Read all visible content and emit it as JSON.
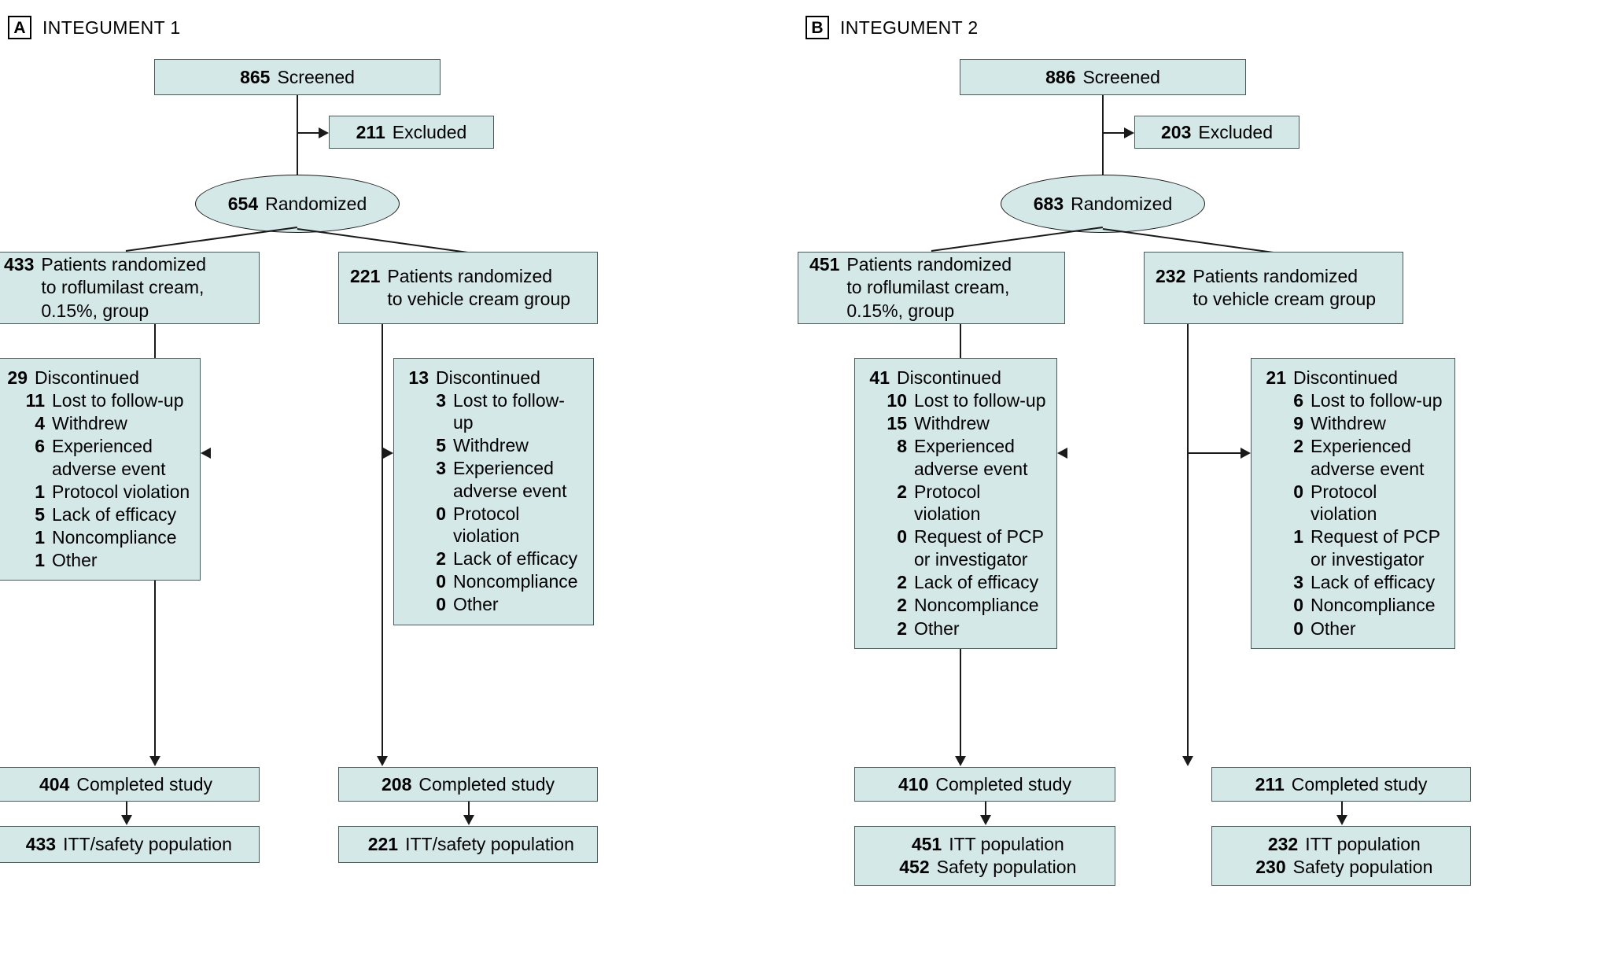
{
  "panels": [
    {
      "letter": "A",
      "title": "INTEGUMENT 1",
      "screened": {
        "num": "865",
        "label": "Screened"
      },
      "excluded": {
        "num": "211",
        "label": "Excluded"
      },
      "randomized": {
        "num": "654",
        "label": "Randomized"
      },
      "arms": [
        {
          "alloc": {
            "num": "433",
            "lines": [
              "Patients randomized",
              "to roflumilast cream,",
              "0.15%, group"
            ]
          },
          "discontinued": {
            "num": "29",
            "label": "Discontinued",
            "reasons": [
              {
                "num": "11",
                "lines": [
                  "Lost to follow-up"
                ]
              },
              {
                "num": "4",
                "lines": [
                  "Withdrew"
                ]
              },
              {
                "num": "6",
                "lines": [
                  "Experienced",
                  "adverse event"
                ]
              },
              {
                "num": "1",
                "lines": [
                  "Protocol violation"
                ]
              },
              {
                "num": "5",
                "lines": [
                  "Lack of efficacy"
                ]
              },
              {
                "num": "1",
                "lines": [
                  "Noncompliance"
                ]
              },
              {
                "num": "1",
                "lines": [
                  "Other"
                ]
              }
            ]
          },
          "completed": {
            "num": "404",
            "label": "Completed study"
          },
          "population": [
            {
              "num": "433",
              "label": "ITT/safety population"
            }
          ]
        },
        {
          "alloc": {
            "num": "221",
            "lines": [
              "Patients randomized",
              "to vehicle cream group"
            ]
          },
          "discontinued": {
            "num": "13",
            "label": "Discontinued",
            "reasons": [
              {
                "num": "3",
                "lines": [
                  "Lost to follow-up"
                ]
              },
              {
                "num": "5",
                "lines": [
                  "Withdrew"
                ]
              },
              {
                "num": "3",
                "lines": [
                  "Experienced",
                  "adverse event"
                ]
              },
              {
                "num": "0",
                "lines": [
                  "Protocol violation"
                ]
              },
              {
                "num": "2",
                "lines": [
                  "Lack of efficacy"
                ]
              },
              {
                "num": "0",
                "lines": [
                  "Noncompliance"
                ]
              },
              {
                "num": "0",
                "lines": [
                  "Other"
                ]
              }
            ]
          },
          "completed": {
            "num": "208",
            "label": "Completed study"
          },
          "population": [
            {
              "num": "221",
              "label": "ITT/safety population"
            }
          ]
        }
      ]
    },
    {
      "letter": "B",
      "title": "INTEGUMENT 2",
      "screened": {
        "num": "886",
        "label": "Screened"
      },
      "excluded": {
        "num": "203",
        "label": "Excluded"
      },
      "randomized": {
        "num": "683",
        "label": "Randomized"
      },
      "arms": [
        {
          "alloc": {
            "num": "451",
            "lines": [
              "Patients randomized",
              "to roflumilast cream,",
              "0.15%, group"
            ]
          },
          "discontinued": {
            "num": "41",
            "label": "Discontinued",
            "reasons": [
              {
                "num": "10",
                "lines": [
                  "Lost to follow-up"
                ]
              },
              {
                "num": "15",
                "lines": [
                  "Withdrew"
                ]
              },
              {
                "num": "8",
                "lines": [
                  "Experienced",
                  "adverse event"
                ]
              },
              {
                "num": "2",
                "lines": [
                  "Protocol violation"
                ]
              },
              {
                "num": "0",
                "lines": [
                  "Request of PCP",
                  "or investigator"
                ]
              },
              {
                "num": "2",
                "lines": [
                  "Lack of efficacy"
                ]
              },
              {
                "num": "2",
                "lines": [
                  "Noncompliance"
                ]
              },
              {
                "num": "2",
                "lines": [
                  "Other"
                ]
              }
            ]
          },
          "completed": {
            "num": "410",
            "label": "Completed study"
          },
          "population": [
            {
              "num": "451",
              "label": "ITT population"
            },
            {
              "num": "452",
              "label": "Safety population"
            }
          ]
        },
        {
          "alloc": {
            "num": "232",
            "lines": [
              "Patients randomized",
              "to vehicle cream group"
            ]
          },
          "discontinued": {
            "num": "21",
            "label": "Discontinued",
            "reasons": [
              {
                "num": "6",
                "lines": [
                  "Lost to follow-up"
                ]
              },
              {
                "num": "9",
                "lines": [
                  "Withdrew"
                ]
              },
              {
                "num": "2",
                "lines": [
                  "Experienced",
                  "adverse event"
                ]
              },
              {
                "num": "0",
                "lines": [
                  "Protocol violation"
                ]
              },
              {
                "num": "1",
                "lines": [
                  "Request of PCP",
                  "or investigator"
                ]
              },
              {
                "num": "3",
                "lines": [
                  "Lack of efficacy"
                ]
              },
              {
                "num": "0",
                "lines": [
                  "Noncompliance"
                ]
              },
              {
                "num": "0",
                "lines": [
                  "Other"
                ]
              }
            ]
          },
          "completed": {
            "num": "211",
            "label": "Completed study"
          },
          "population": [
            {
              "num": "232",
              "label": "ITT population"
            },
            {
              "num": "230",
              "label": "Safety population"
            }
          ]
        }
      ]
    }
  ],
  "colors": {
    "box_fill": "#d4e8e8",
    "box_border": "#4a5a5a",
    "line": "#1a1a1a",
    "text": "#000000"
  }
}
